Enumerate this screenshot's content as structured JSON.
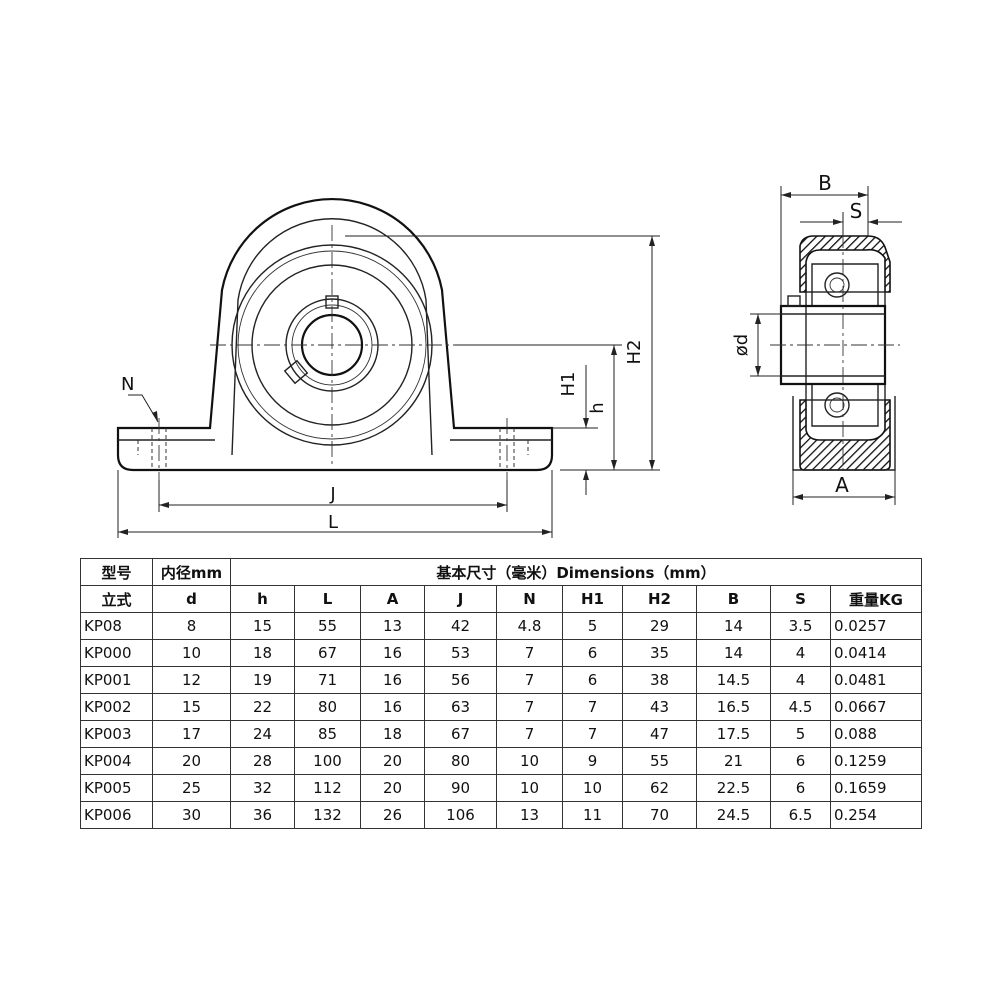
{
  "drawing": {
    "labels": {
      "N": "N",
      "J": "J",
      "L": "L",
      "H1": "H1",
      "h": "h",
      "H2": "H2",
      "B": "B",
      "S": "S",
      "d": "ød",
      "A": "A"
    }
  },
  "table": {
    "header1": {
      "model": "型号",
      "bore": "内径mm",
      "dimensions": "基本尺寸（毫米）Dimensions（mm）"
    },
    "header2": [
      "立式",
      "d",
      "h",
      "L",
      "A",
      "J",
      "N",
      "H1",
      "H2",
      "B",
      "S",
      "重量KG"
    ],
    "rows": [
      [
        "KP08",
        "8",
        "15",
        "55",
        "13",
        "42",
        "4.8",
        "5",
        "29",
        "14",
        "3.5",
        "0.0257"
      ],
      [
        "KP000",
        "10",
        "18",
        "67",
        "16",
        "53",
        "7",
        "6",
        "35",
        "14",
        "4",
        "0.0414"
      ],
      [
        "KP001",
        "12",
        "19",
        "71",
        "16",
        "56",
        "7",
        "6",
        "38",
        "14.5",
        "4",
        "0.0481"
      ],
      [
        "KP002",
        "15",
        "22",
        "80",
        "16",
        "63",
        "7",
        "7",
        "43",
        "16.5",
        "4.5",
        "0.0667"
      ],
      [
        "KP003",
        "17",
        "24",
        "85",
        "18",
        "67",
        "7",
        "7",
        "47",
        "17.5",
        "5",
        "0.088"
      ],
      [
        "KP004",
        "20",
        "28",
        "100",
        "20",
        "80",
        "10",
        "9",
        "55",
        "21",
        "6",
        "0.1259"
      ],
      [
        "KP005",
        "25",
        "32",
        "112",
        "20",
        "90",
        "10",
        "10",
        "62",
        "22.5",
        "6",
        "0.1659"
      ],
      [
        "KP006",
        "30",
        "36",
        "132",
        "26",
        "106",
        "13",
        "11",
        "70",
        "24.5",
        "6.5",
        "0.254"
      ]
    ]
  }
}
